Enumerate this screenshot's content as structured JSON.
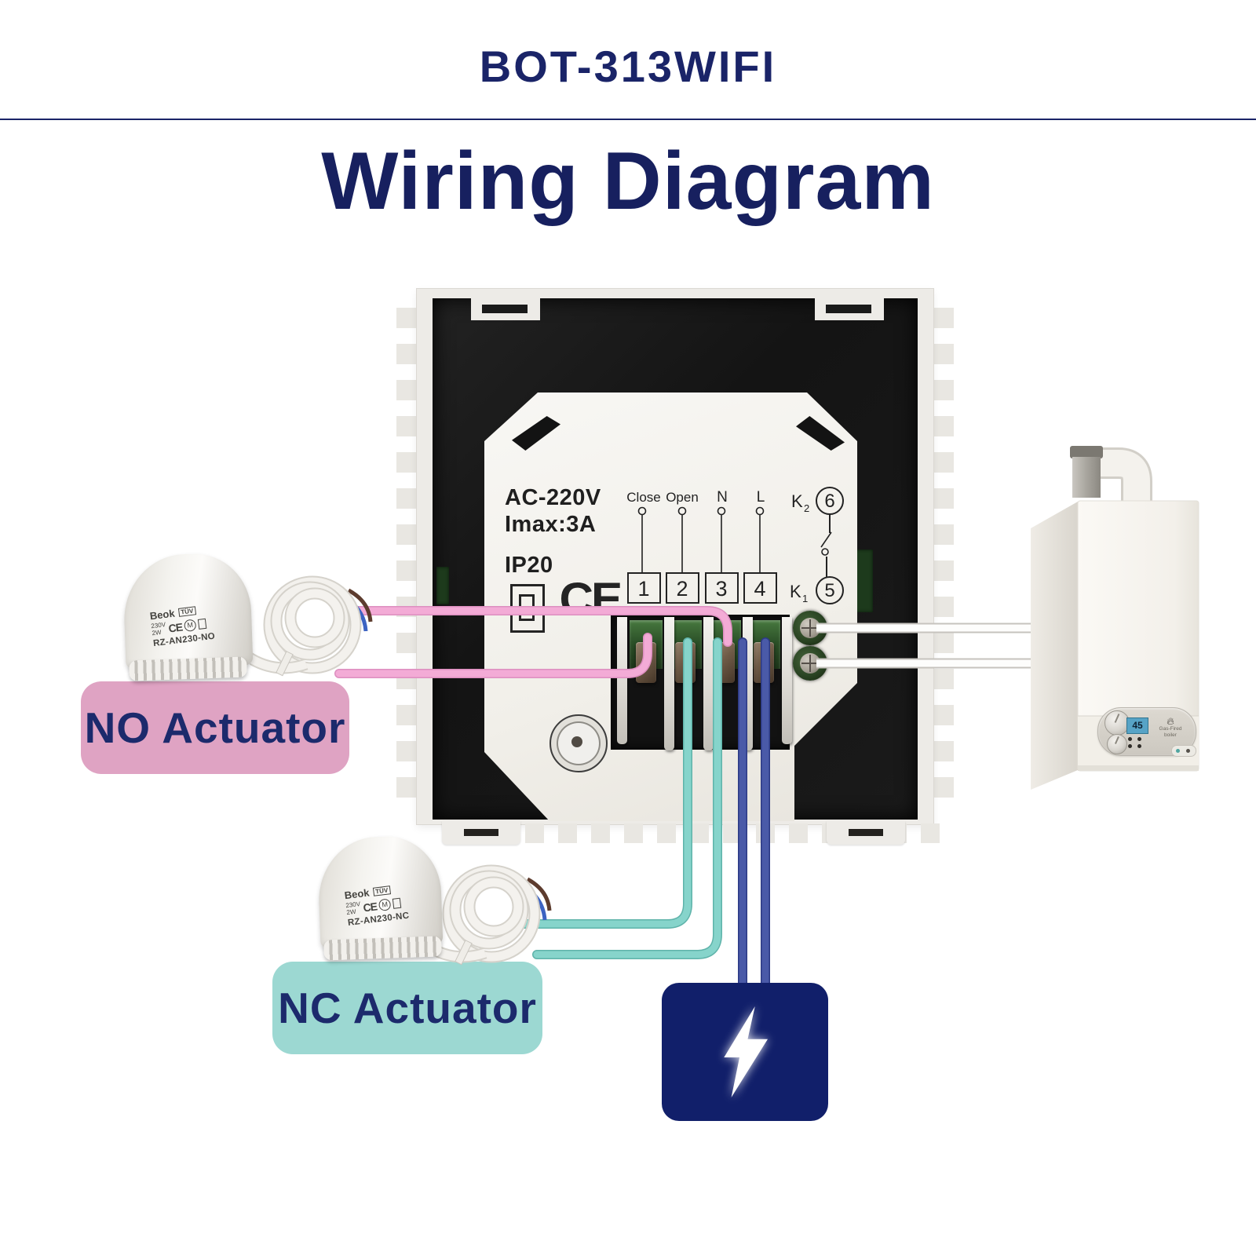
{
  "header": {
    "model": "BOT-313WIFI",
    "title": "Wiring Diagram"
  },
  "thermostat": {
    "spec_voltage": "AC-220V",
    "spec_current": "Imax:3A",
    "spec_ip": "IP20",
    "ce_mark": "CE",
    "terminals": [
      {
        "label": "Close",
        "number": "1"
      },
      {
        "label": "Open",
        "number": "2"
      },
      {
        "label": "N",
        "number": "3"
      },
      {
        "label": "L",
        "number": "4"
      }
    ],
    "relay": {
      "k_upper": "K",
      "k_upper_sub": "2",
      "upper_terminal": "6",
      "k_lower": "K",
      "k_lower_sub": "1",
      "lower_terminal": "5"
    }
  },
  "actuators": {
    "no": {
      "label": "NO Actuator",
      "brand": "Beok",
      "cert": "TÜV",
      "rating_voltage": "230V",
      "rating_power": "2W",
      "ce": "CE",
      "mark": "M",
      "model": "RZ-AN230-NO"
    },
    "nc": {
      "label": "NC Actuator",
      "brand": "Beok",
      "cert": "TÜV",
      "rating_voltage": "230V",
      "rating_power": "2W",
      "ce": "CE",
      "mark": "M",
      "model": "RZ-AN230-NC"
    }
  },
  "boiler": {
    "temperature": "45",
    "brand_line1": "Gas-Fired",
    "brand_line2": "boiler"
  },
  "colors": {
    "navy_text": "#1a2468",
    "pink_wire": "#f0a6d2",
    "pink_label": "#dfa3c3",
    "teal_wire": "#7fcfc7",
    "teal_label": "#9cd8d2",
    "blue_wire": "#44549f",
    "power_box": "#111f6a",
    "terminal_green": "#2c5128"
  }
}
